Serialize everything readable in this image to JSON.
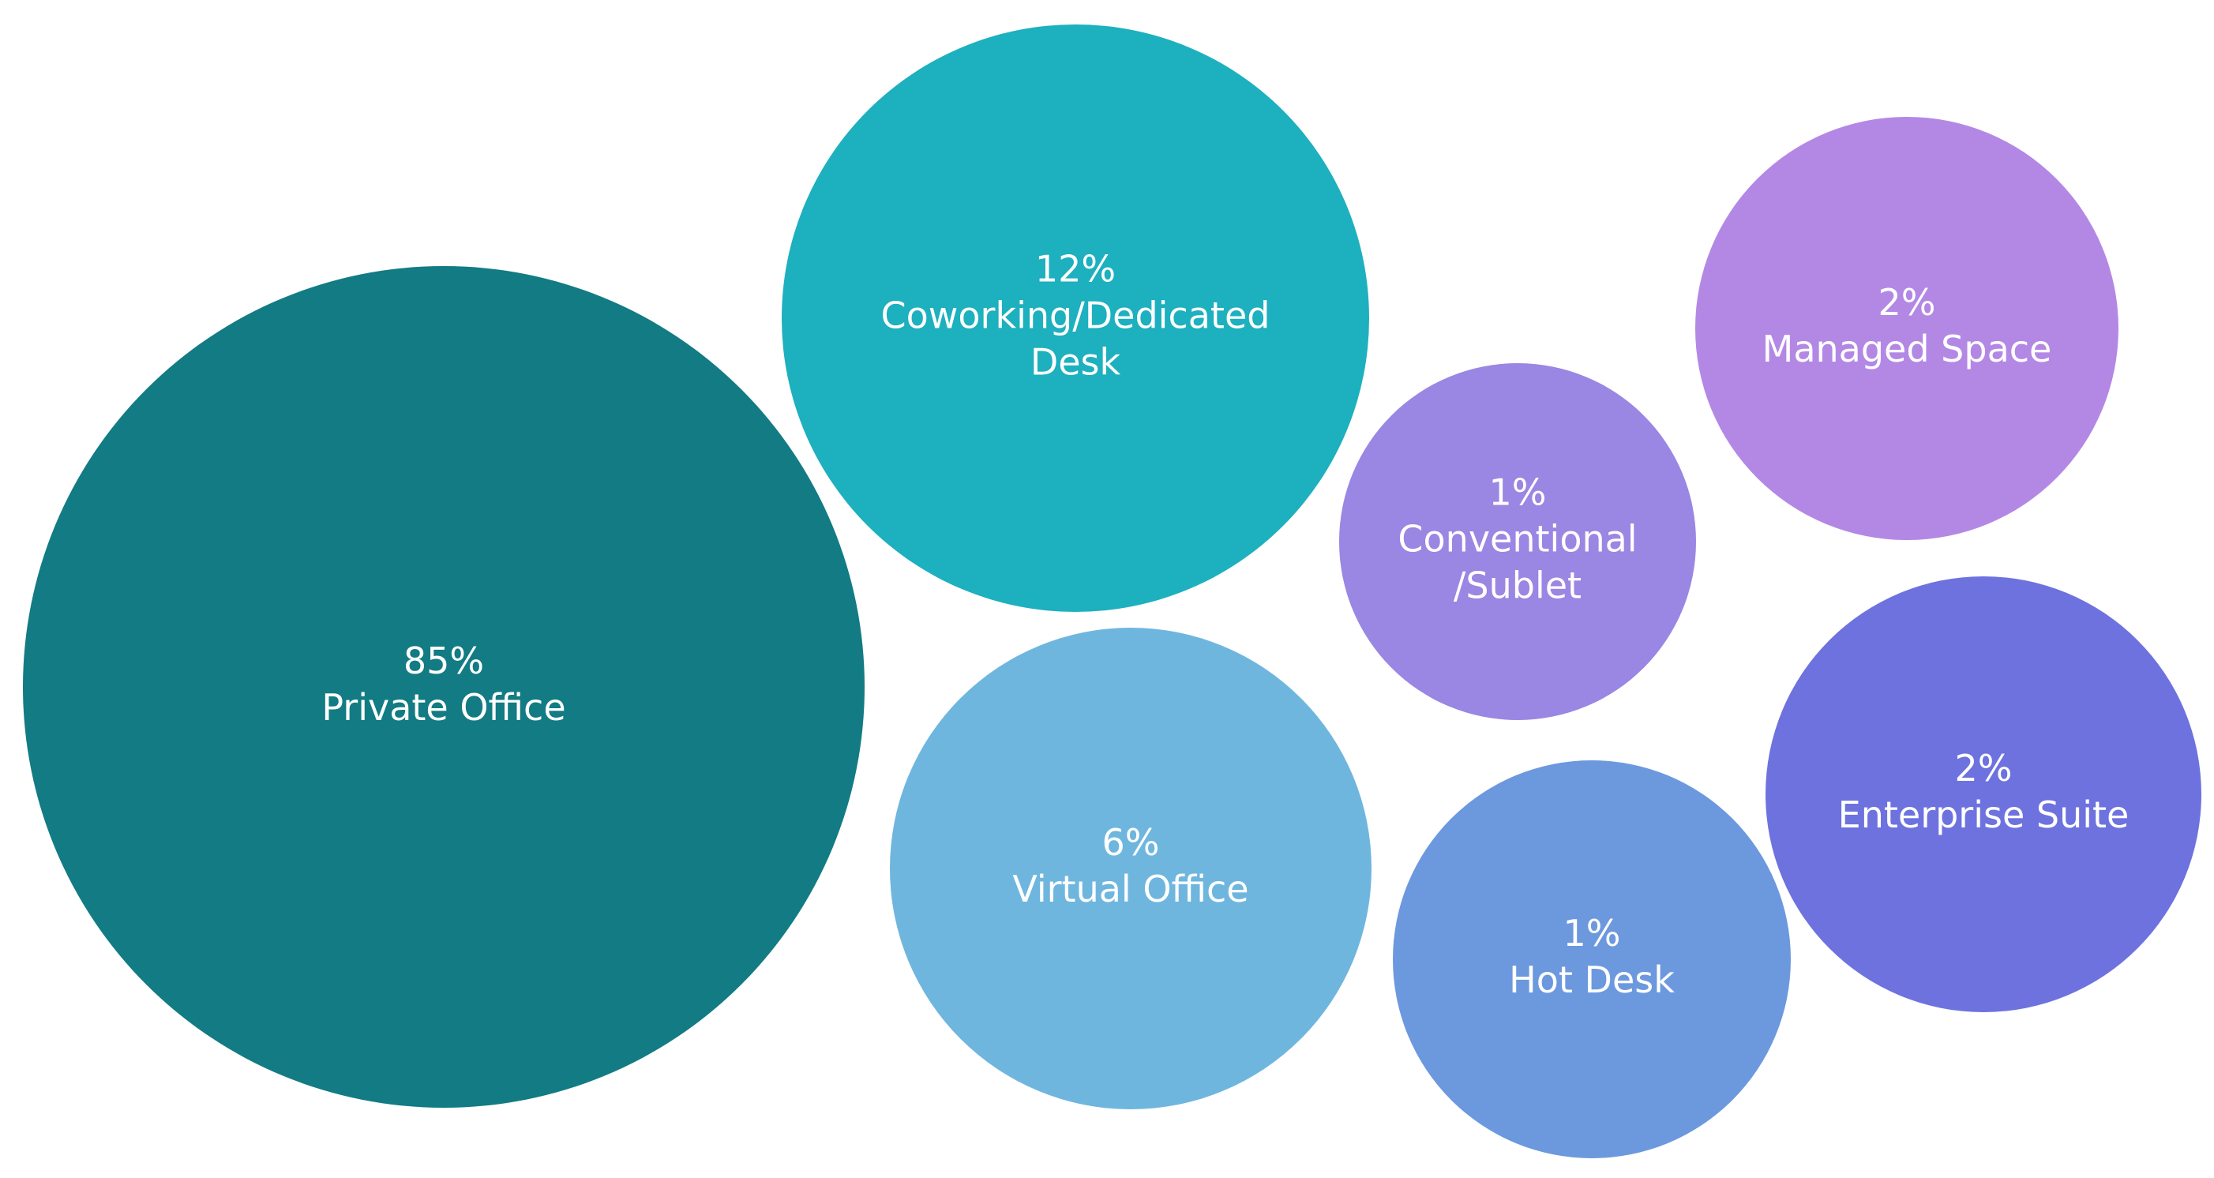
{
  "chart_data": {
    "type": "bubble",
    "series": [
      {
        "percent": "85%",
        "value": 85,
        "label": [
          "Private Office"
        ],
        "color": "#127B84"
      },
      {
        "percent": "12%",
        "value": 12,
        "label": [
          "Coworking/Dedicated",
          "Desk"
        ],
        "color": "#1DB0BF"
      },
      {
        "percent": "6%",
        "value": 6,
        "label": [
          "Virtual Office"
        ],
        "color": "#6FB6DF"
      },
      {
        "percent": "1%",
        "value": 1,
        "label": [
          "Conventional",
          "/Sublet"
        ],
        "color": "#9A86E3"
      },
      {
        "percent": "1%",
        "value": 1,
        "label": [
          "Hot Desk"
        ],
        "color": "#6C98DE"
      },
      {
        "percent": "2%",
        "value": 2,
        "label": [
          "Managed Space"
        ],
        "color": "#B388E5"
      },
      {
        "percent": "2%",
        "value": 2,
        "label": [
          "Enterprise Suite"
        ],
        "color": "#6D72DF"
      }
    ]
  }
}
